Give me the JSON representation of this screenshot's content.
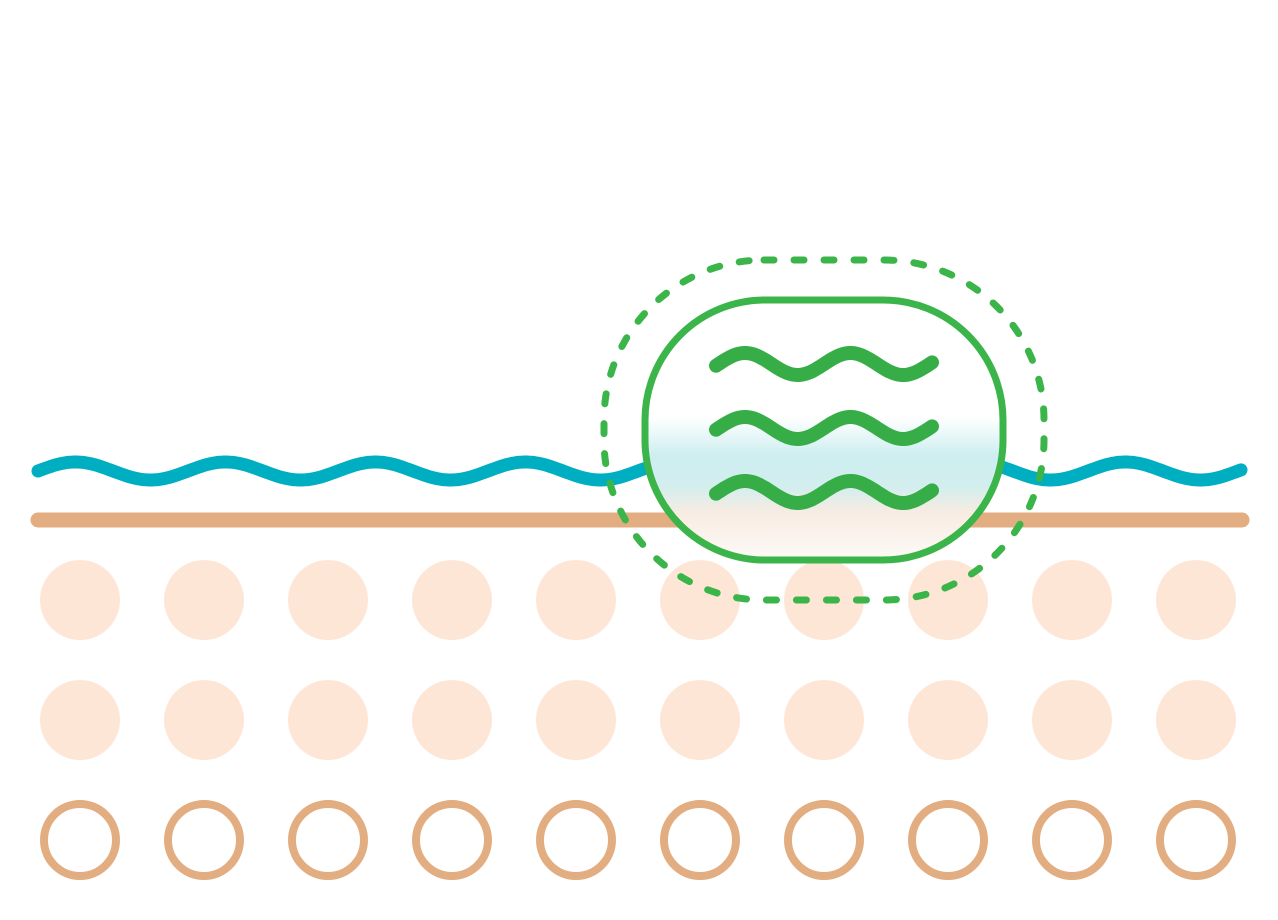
{
  "colors": {
    "background": "#ffffff",
    "surface_wave": "#00aec2",
    "base_line": "#e2ad80",
    "cell_fill": "#fde6d5",
    "cell_ring": "#e2ad80",
    "shield": "#3bb54a",
    "shield_wave": "#36ad47",
    "glow_teal": "#cdeef0",
    "glow_peach": "#f8ece2"
  },
  "cells": {
    "columns": 10,
    "filled_rows": 2,
    "ring_rows": 1
  },
  "shield": {
    "wave_count": 3
  }
}
